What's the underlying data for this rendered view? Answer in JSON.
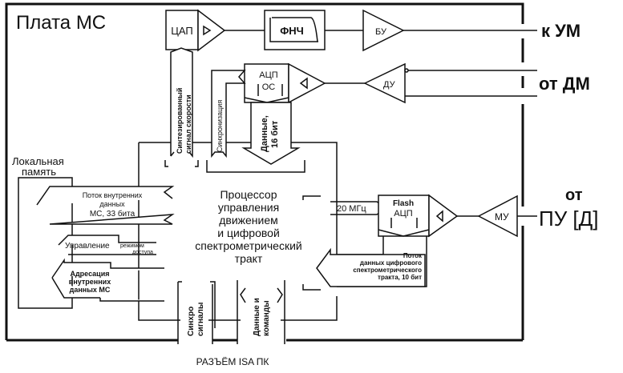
{
  "board_title": "Плата МС",
  "blocks": {
    "dac": "ЦАП",
    "lpf": "ФНЧ",
    "bu": "БУ",
    "du": "ДУ",
    "adc_os": [
      "АЦП",
      "ОС"
    ],
    "flash_adc": [
      "Flash",
      "АЦП"
    ],
    "mu": "МУ",
    "local_memory": [
      "Локальная",
      "память"
    ],
    "processor": [
      "Процессор",
      "управления",
      "движением",
      "и цифровой",
      "спектрометрический",
      "тракт"
    ]
  },
  "signals": {
    "speed_signal": [
      "Синтезированный",
      "сигнал скорости"
    ],
    "sync": "Синхронизация",
    "data16": [
      "Данные,",
      "16 бит"
    ],
    "internal_flow": [
      "Поток внутренних",
      "данных",
      "МС, 33 бита"
    ],
    "access_control": [
      "Управление",
      "режимом",
      "доступа"
    ],
    "addressing": [
      "Адресация",
      "внутренних",
      "данных МС"
    ],
    "clock": "20 МГц",
    "spectro_flow": [
      "Поток",
      "данных цифрового",
      "спектрометрического",
      "тракта, 10 бит"
    ],
    "sync_signals": [
      "Синхро",
      "сигналы"
    ],
    "data_commands": [
      "Данные и",
      "команды"
    ]
  },
  "external": {
    "to_um": "к УМ",
    "from_dm": "от ДМ",
    "from_pu_top": "от",
    "from_pu_bottom": "ПУ [Д]",
    "isa": "РАЗЪЁМ ISA ПК"
  }
}
